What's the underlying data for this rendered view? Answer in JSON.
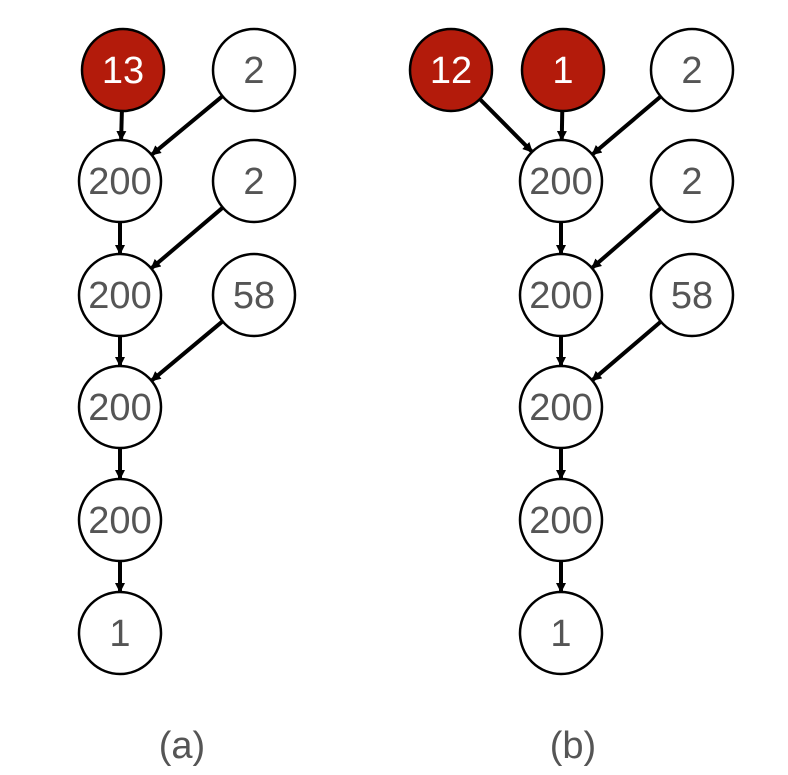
{
  "colors": {
    "highlight_fill": "#b31b0b",
    "highlight_text": "#ffffff",
    "node_fill": "#ffffff",
    "node_stroke": "#000000",
    "node_text": "#555555",
    "edge": "#000000"
  },
  "diagrams": [
    {
      "caption": "(a)",
      "nodes": [
        {
          "id": "a_top_13",
          "label": "13",
          "highlighted": true
        },
        {
          "id": "a_side_2a",
          "label": "2",
          "highlighted": false
        },
        {
          "id": "a_main_1",
          "label": "200",
          "highlighted": false
        },
        {
          "id": "a_side_2b",
          "label": "2",
          "highlighted": false
        },
        {
          "id": "a_main_2",
          "label": "200",
          "highlighted": false
        },
        {
          "id": "a_side_58",
          "label": "58",
          "highlighted": false
        },
        {
          "id": "a_main_3",
          "label": "200",
          "highlighted": false
        },
        {
          "id": "a_main_4",
          "label": "200",
          "highlighted": false
        },
        {
          "id": "a_sink_1",
          "label": "1",
          "highlighted": false
        }
      ],
      "edges": [
        [
          "a_top_13",
          "a_main_1"
        ],
        [
          "a_side_2a",
          "a_main_1"
        ],
        [
          "a_main_1",
          "a_main_2"
        ],
        [
          "a_side_2b",
          "a_main_2"
        ],
        [
          "a_main_2",
          "a_main_3"
        ],
        [
          "a_side_58",
          "a_main_3"
        ],
        [
          "a_main_3",
          "a_main_4"
        ],
        [
          "a_main_4",
          "a_sink_1"
        ]
      ]
    },
    {
      "caption": "(b)",
      "nodes": [
        {
          "id": "b_top_12",
          "label": "12",
          "highlighted": true
        },
        {
          "id": "b_top_1",
          "label": "1",
          "highlighted": true
        },
        {
          "id": "b_side_2a",
          "label": "2",
          "highlighted": false
        },
        {
          "id": "b_main_1",
          "label": "200",
          "highlighted": false
        },
        {
          "id": "b_side_2b",
          "label": "2",
          "highlighted": false
        },
        {
          "id": "b_main_2",
          "label": "200",
          "highlighted": false
        },
        {
          "id": "b_side_58",
          "label": "58",
          "highlighted": false
        },
        {
          "id": "b_main_3",
          "label": "200",
          "highlighted": false
        },
        {
          "id": "b_main_4",
          "label": "200",
          "highlighted": false
        },
        {
          "id": "b_sink_1",
          "label": "1",
          "highlighted": false
        }
      ],
      "edges": [
        [
          "b_top_12",
          "b_main_1"
        ],
        [
          "b_top_1",
          "b_main_1"
        ],
        [
          "b_side_2a",
          "b_main_1"
        ],
        [
          "b_main_1",
          "b_main_2"
        ],
        [
          "b_side_2b",
          "b_main_2"
        ],
        [
          "b_main_2",
          "b_main_3"
        ],
        [
          "b_side_58",
          "b_main_3"
        ],
        [
          "b_main_3",
          "b_main_4"
        ],
        [
          "b_main_4",
          "b_sink_1"
        ]
      ]
    }
  ]
}
